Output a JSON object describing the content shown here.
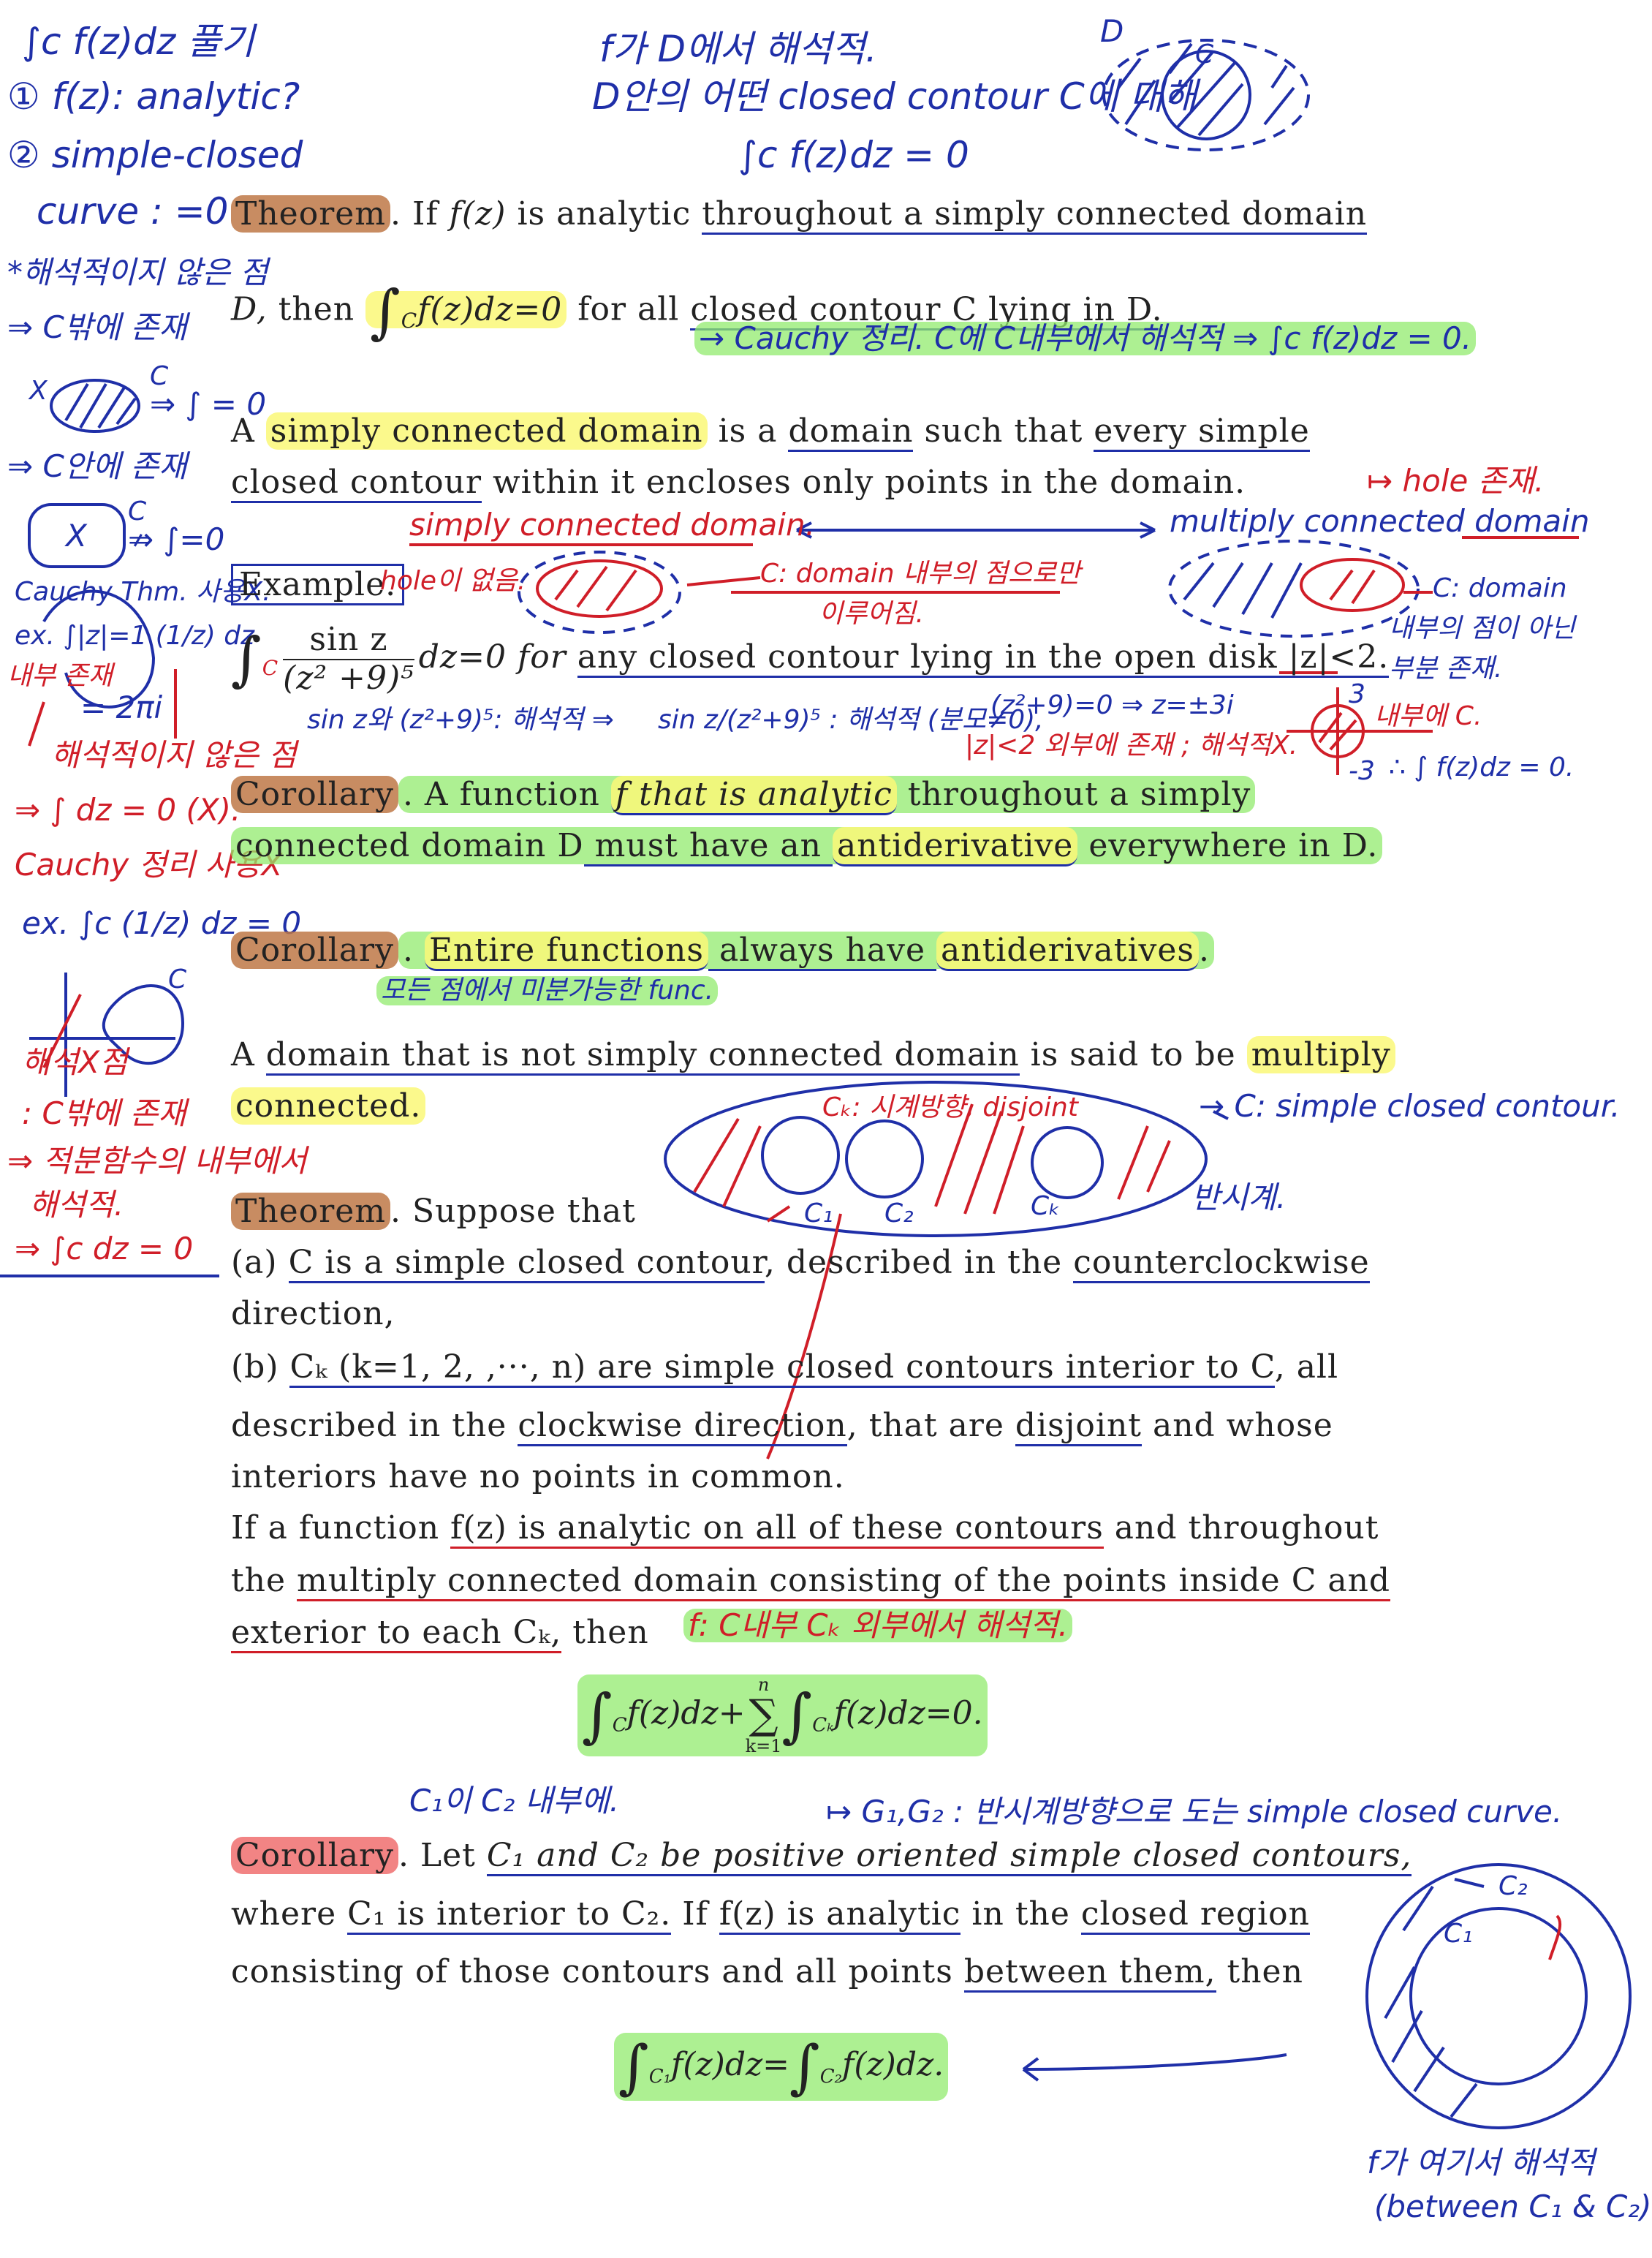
{
  "printed": {
    "theorem1": {
      "label": "Theorem",
      "text_a": ". If ",
      "fz": "f(z)",
      "text_b": " is analytic ",
      "text_c": "throughout a simply connected domain",
      "text_d": "D,",
      "text_e": " then ",
      "integral": "∫",
      "integral_sub": "C",
      "integral_body": "f(z)dz=0",
      "text_f": " for all ",
      "text_g": "closed contour C lying in D."
    },
    "definition1": {
      "text_a": "A ",
      "term": "simply connected domain",
      "text_b": " is a ",
      "domain": "domain",
      "text_c": " such that ",
      "every": "every simple",
      "text_d": "closed contour",
      "text_e": " within it encloses only points in the domain."
    },
    "example": {
      "label": "Example.",
      "integral": "∫",
      "integral_sub": "C",
      "numerator": "sin z",
      "denominator": "(z² +9)⁵",
      "rest_a": "dz=0 for ",
      "rest_b": "any closed contour lying in the open disk |z|<2."
    },
    "corollary1": {
      "label": "Corollary",
      "text_a": ". A function ",
      "f_analytic": "f that is analytic",
      "text_b": " throughout a simply",
      "text_c": "connected domain D",
      "text_d": " must have an ",
      "antiderivative": "antiderivative",
      "text_e": " everywhere in D."
    },
    "corollary2": {
      "label": "Corollary",
      "text_a": ". ",
      "entire": "Entire functions",
      "text_b": " always have ",
      "antiderivatives": "antiderivatives",
      "text_c": "."
    },
    "definition2": {
      "text_a": "A ",
      "phrase": "domain that is not simply connected domain",
      "text_b": " is said to be ",
      "multiply": "multiply",
      "connected": "connected."
    },
    "theorem2": {
      "label": "Theorem",
      "intro": ". Suppose that",
      "a_line1_a": "(a) ",
      "a_line1_b": "C is a simple closed contour",
      "a_line1_c": ", described in the ",
      "a_line1_d": "counterclockwise",
      "a_line2": "direction,",
      "b_line1_a": "(b) ",
      "b_line1_b": "Cₖ (k=1, 2, ,···, n) are simple closed contours interior to C",
      "b_line1_c": ", all",
      "b_line2_a": "described in the ",
      "b_line2_b": "clockwise direction",
      "b_line2_c": ", that are ",
      "b_line2_d": "disjoint",
      "b_line2_e": " and whose",
      "b_line3": "interiors have no points in common.",
      "if_line1_a": "If a function ",
      "if_line1_b": "f(z) is analytic on all of these contours",
      "if_line1_c": " and throughout",
      "if_line2_a": "the ",
      "if_line2_b": "multiply connected domain consisting of the points inside C and",
      "if_line3_a": "exterior to each Cₖ,",
      "if_line3_b": " then",
      "formula_a": "∫",
      "formula_a_sub": "C",
      "formula_b": "f(z)dz+",
      "formula_sum": "∑",
      "formula_sum_top": "n",
      "formula_sum_bottom": "k=1",
      "formula_c": "∫",
      "formula_c_sub": "Cₖ",
      "formula_d": "f(z)dz=0."
    },
    "corollary3": {
      "label": "Corollary",
      "text_a": ". Let ",
      "c1c2": "C₁ and C₂ be positive oriented simple closed contours,",
      "line2_a": "where ",
      "line2_b": "C₁ is interior to C₂.",
      "line2_c": " If ",
      "line2_d": "f(z) is analytic",
      "line2_e": " in the ",
      "line2_f": "closed region",
      "line3_a": "consisting of those contours and all points ",
      "line3_b": "between them,",
      "line3_c": " then",
      "formula_a": "∫",
      "formula_a_sub": "C₁",
      "formula_b": "f(z)dz=",
      "formula_c": "∫",
      "formula_c_sub": "C₂",
      "formula_d": "f(z)dz."
    }
  },
  "annotations": {
    "top_left_1": "∫c f(z)dz 풀기",
    "top_left_2": "① f(z): analytic?",
    "top_left_3": "② simple-closed",
    "top_left_4": "curve : =0",
    "top_center_1": "f가 D에서 해석적.",
    "top_center_2": "D안의 어떤 closed contour C에 대해",
    "top_center_3": "∫c f(z)dz = 0",
    "top_right_D": "D",
    "top_right_C": "C",
    "left_nonanalytic": "*해석적이지 않은 점",
    "left_outside": "⇒ C밖에 존재",
    "left_x1": "X",
    "left_c1": "C",
    "left_eq0": "⇒ ∫ = 0",
    "left_inside": "⇒ C안에 존재",
    "left_c2": "C",
    "left_x2": "X",
    "left_neq0": "⇏ ∫=0",
    "left_cauchy_no": "Cauchy Thm. 사용X.",
    "left_ex1": "ex. ∫|z|=1 (1/z) dz",
    "left_interior": "내부 존재",
    "left_2pii": "= 2πi",
    "left_nonanalytic2": "해석적이지 않은 점",
    "left_int_dz": "⇒ ∫ dz = 0 (X).",
    "left_cauchy_no2": "Cauchy 정리 사용X",
    "left_ex2": "ex. ∫c (1/z) dz = 0",
    "left_c3": "C",
    "left_analytic_pt": "해석X점",
    "left_outside2": ": C밖에 존재",
    "left_integrand": "⇒ 적분함수의 내부에서",
    "left_analytic": "해석적.",
    "left_result": "⇒ ∫c dz = 0",
    "cauchy_note": "→ Cauchy 정리. C에 C내부에서 해석적 ⇒ ∫c f(z)dz = 0.",
    "hole_exists": "↦ hole 존재.",
    "simply_label": "simply connected domain.",
    "multiply_label": "multiply connected domain",
    "no_hole": "hole이 없음.",
    "c_domain_interior": "C: domain 내부의 점으로만",
    "made_of": "이루어짐.",
    "c_domain": "C: domain",
    "not_interior_point": "내부의 점이 아닌",
    "part_exists": "부분 존재.",
    "sin_analytic": "sin z와 (z²+9)⁵: 해석적 ⇒",
    "frac_analytic": "sin z/(z²+9)⁵ : 해석적 (분모≠0),",
    "roots": "(z²+9)=0 ⇒ z=±3i",
    "outside_disk": "|z|<2 외부에 존재 ; 해석적X.",
    "three": "3",
    "minus_three": "-3",
    "inner_c": "내부에 C.",
    "therefore_zero": "∴ ∫ f(z)dz = 0.",
    "differentiable": "모든 점에서 미분가능한 func.",
    "ck_clockwise": "Cₖ: 시계방향, disjoint",
    "c_simple": "→ C: simple closed contour.",
    "counterclockwise": "반시계.",
    "c1": "C₁",
    "c2": "C₂",
    "ck": "Cₖ",
    "f_analytic_region": "f: C내부 Cₖ 외부에서 해석적.",
    "c1_inside_c2": "C₁이 C₂ 내부에.",
    "g1g2_ccw": "↦ G₁,G₂ : 반시계방향으로 도는 simple closed curve.",
    "ring_c1": "C₁",
    "ring_c2": "C₂",
    "ring_f1": "f가 여기서 해석적",
    "ring_f2": "(between C₁ & C₂)"
  }
}
